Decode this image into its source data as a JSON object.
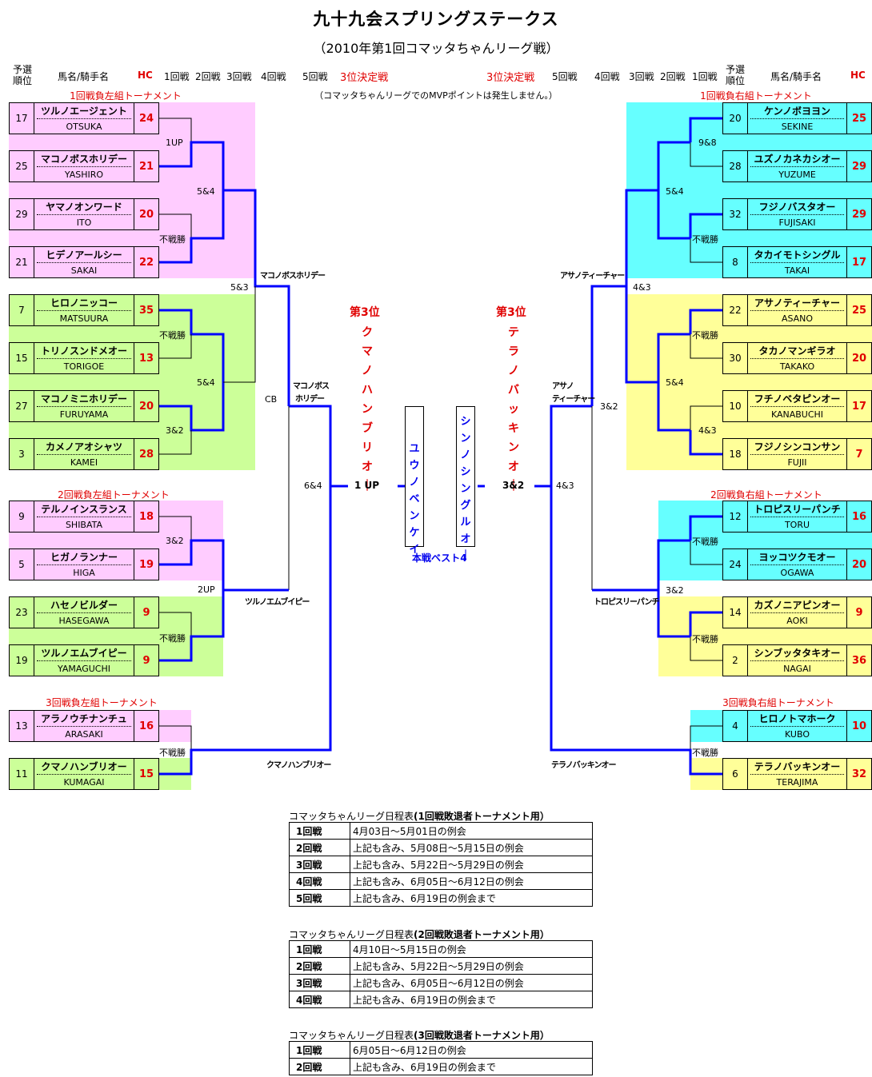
{
  "title": "九十九会スプリングステークス",
  "subtitle": "（2010年第1回コマッタちゃんリーグ戦）",
  "header": {
    "rank_label": "予選\n順位",
    "name_label": "馬名/騎手名",
    "hc_label": "HC",
    "rounds": [
      "1回戦",
      "2回戦",
      "3回戦",
      "4回戦",
      "5回戦"
    ],
    "third_place_label": "3位決定戦"
  },
  "note": "（コマッタちゃんリーグでのMVPポイントは発生しません。）",
  "colors": {
    "pink": "#ffccff",
    "green": "#ccff99",
    "cyan": "#66ffff",
    "yellow": "#ffff99",
    "winner_line": "#0000ff",
    "red": "#e00000"
  },
  "sections": {
    "l1": "1回戦負左組トーナメント",
    "r1": "1回戦負右組トーナメント",
    "l2": "2回戦負左組トーナメント",
    "r2": "2回戦負右組トーナメント",
    "l3": "3回戦負左組トーナメント",
    "r3": "3回戦負右組トーナメント"
  },
  "entries": {
    "L1": {
      "rank": "17",
      "horse": "ツルノエージェント",
      "jockey": "OTSUKA",
      "hc": "24"
    },
    "L2": {
      "rank": "25",
      "horse": "マコノボスホリデー",
      "jockey": "YASHIRO",
      "hc": "21"
    },
    "L3": {
      "rank": "29",
      "horse": "ヤマノオンワード",
      "jockey": "ITO",
      "hc": "20"
    },
    "L4": {
      "rank": "21",
      "horse": "ヒデノアールシー",
      "jockey": "SAKAI",
      "hc": "22"
    },
    "L5": {
      "rank": "7",
      "horse": "ヒロノニッコー",
      "jockey": "MATSUURA",
      "hc": "35"
    },
    "L6": {
      "rank": "15",
      "horse": "トリノスンドメオー",
      "jockey": "TORIGOE",
      "hc": "13"
    },
    "L7": {
      "rank": "27",
      "horse": "マコノミニホリデー",
      "jockey": "FURUYAMA",
      "hc": "20"
    },
    "L8": {
      "rank": "3",
      "horse": "カメノアオシャツ",
      "jockey": "KAMEI",
      "hc": "28"
    },
    "L9": {
      "rank": "9",
      "horse": "テルノインスランス",
      "jockey": "SHIBATA",
      "hc": "18"
    },
    "L10": {
      "rank": "5",
      "horse": "ヒガノランナー",
      "jockey": "HIGA",
      "hc": "19"
    },
    "L11": {
      "rank": "23",
      "horse": "ハセノビルダー",
      "jockey": "HASEGAWA",
      "hc": "9"
    },
    "L12": {
      "rank": "19",
      "horse": "ツルノエムブイピー",
      "jockey": "YAMAGUCHI",
      "hc": "9"
    },
    "L13": {
      "rank": "13",
      "horse": "アラノウチナンチュ",
      "jockey": "ARASAKI",
      "hc": "16"
    },
    "L14": {
      "rank": "11",
      "horse": "クマノハンブリオー",
      "jockey": "KUMAGAI",
      "hc": "15"
    },
    "R1": {
      "rank": "20",
      "horse": "ケンノボヨヨン",
      "jockey": "SEKINE",
      "hc": "25"
    },
    "R2": {
      "rank": "28",
      "horse": "ユズノカネカシオー",
      "jockey": "YUZUME",
      "hc": "29"
    },
    "R3": {
      "rank": "32",
      "horse": "フジノバスタオー",
      "jockey": "FUJISAKI",
      "hc": "29"
    },
    "R4": {
      "rank": "8",
      "horse": "タカイモトシングル",
      "jockey": "TAKAI",
      "hc": "17"
    },
    "R5": {
      "rank": "22",
      "horse": "アサノティーチャー",
      "jockey": "ASANO",
      "hc": "25"
    },
    "R6": {
      "rank": "30",
      "horse": "タカノマンギラオ",
      "jockey": "TAKAKO",
      "hc": "20"
    },
    "R7": {
      "rank": "10",
      "horse": "フチノベタピンオー",
      "jockey": "KANABUCHI",
      "hc": "17"
    },
    "R8": {
      "rank": "18",
      "horse": "フジノシンコンサン",
      "jockey": "FUJII",
      "hc": "7"
    },
    "R9": {
      "rank": "12",
      "horse": "トロピスリーパンチ",
      "jockey": "TORU",
      "hc": "16"
    },
    "R10": {
      "rank": "24",
      "horse": "ヨッコツクモオー",
      "jockey": "OGAWA",
      "hc": "20"
    },
    "R11": {
      "rank": "14",
      "horse": "カズノニアピンオー",
      "jockey": "AOKI",
      "hc": "9"
    },
    "R12": {
      "rank": "2",
      "horse": "シンブッタタキオー",
      "jockey": "NAGAI",
      "hc": "36"
    },
    "R13": {
      "rank": "4",
      "horse": "ヒロノトマホーク",
      "jockey": "KUBO",
      "hc": "10"
    },
    "R14": {
      "rank": "6",
      "horse": "テラノバッキンオー",
      "jockey": "TERAJIMA",
      "hc": "32"
    }
  },
  "match_results": {
    "L1_L2": {
      "score": "1UP",
      "winner": "マコノボスホリデー"
    },
    "L3_L4": {
      "score": "不戦勝",
      "winner": "ヒデノアールシー"
    },
    "L_A_semi": {
      "score": "5&4",
      "winner": "マコノボスホリデー"
    },
    "L5_L6": {
      "score": "不戦勝",
      "winner": "ヒロノニッコー"
    },
    "L7_L8": {
      "score": "3&2",
      "winner": "マコノミニホリデー"
    },
    "L_B_semi": {
      "score": "5&4",
      "winner": "マコノミニホリデー"
    },
    "L_1st_final": {
      "score": "5&3",
      "winner": "マコノボスホリデー"
    },
    "L_round4": {
      "score": "CB",
      "winner": "マコノボスホリデー"
    },
    "L9_L10": {
      "score": "3&2",
      "winner": "ヒガノランナー"
    },
    "L11_L12": {
      "score": "不戦勝",
      "winner": "ツルノエムブイピー"
    },
    "L_2nd_final": {
      "score": "2UP",
      "winner": "ツルノエムブイピー"
    },
    "L13_L14": {
      "score": "不戦勝",
      "winner": "クマノハンブリオー"
    },
    "L_5th": {
      "score": "6&4",
      "winner": "クマノハンブリオー"
    },
    "R1_R2": {
      "score": "9&8",
      "winner": "ケンノボヨヨン"
    },
    "R3_R4": {
      "score": "不戦勝",
      "winner": "フジノバスタオー"
    },
    "R_A_semi": {
      "score": "5&4",
      "winner": "ケンノボヨヨン"
    },
    "R5_R6": {
      "score": "不戦勝",
      "winner": "アサノティーチャー"
    },
    "R7_R8": {
      "score": "4&3",
      "winner": "フジノシンコンサン"
    },
    "R_B_semi": {
      "score": "5&4",
      "winner": "アサノティーチャー"
    },
    "R_1st_final": {
      "score": "4&3",
      "winner": "アサノティーチャー"
    },
    "R_round4": {
      "score": "3&2",
      "winner": "アサノティーチャー"
    },
    "R9_R10": {
      "score": "不戦勝",
      "winner": "トロピスリーパンチ"
    },
    "R11_R12": {
      "score": "不戦勝",
      "winner": "カズノニアピンオー"
    },
    "R_2nd_final": {
      "score": "3&2",
      "winner": "トロピスリーパンチ"
    },
    "R13_R14": {
      "score": "不戦勝",
      "winner": "テラノバッキンオー"
    },
    "R_5th": {
      "score": "4&3",
      "winner": "テラノバッキンオー"
    }
  },
  "winner_labels": {
    "l_1st": "マコノボスホリデー",
    "l_round4_a": "マコノボス",
    "l_round4_b": "ホリデー",
    "l_2nd": "ツルノエムブイピー",
    "l_3rd": "クマノハンブリオー",
    "r_1st": "アサノティーチャー",
    "r_round4_a": "アサノ",
    "r_round4_b": "ティーチャー",
    "r_2nd": "トロピスリーパンチ",
    "r_3rd": "テラノバッキンオー"
  },
  "center": {
    "third_place_label": "第3位",
    "left_third": "クマノハンブリオー",
    "right_third": "テラノバッキンオー",
    "left_final_score": "1 UP",
    "right_final_score": "3&2",
    "left_best4": "ユウノベンケイ",
    "right_best4": "シンノシングルオー",
    "best4_label": "本戦ベスト4"
  },
  "schedules": [
    {
      "caption_plain": "コマッタちゃんリーグ日程表",
      "caption_bold": "(1回戦敗退者トーナメント用）",
      "rows": [
        {
          "round": "1回戦",
          "dates": "4月03日～5月01日の例会"
        },
        {
          "round": "2回戦",
          "dates": "上記も含み、5月08日～5月15日の例会"
        },
        {
          "round": "3回戦",
          "dates": "上記も含み、5月22日～5月29日の例会"
        },
        {
          "round": "4回戦",
          "dates": "上記も含み、6月05日～6月12日の例会"
        },
        {
          "round": "5回戦",
          "dates": "上記も含み、6月19日の例会まで"
        }
      ]
    },
    {
      "caption_plain": "コマッタちゃんリーグ日程表",
      "caption_bold": "(2回戦敗退者トーナメント用）",
      "rows": [
        {
          "round": "1回戦",
          "dates": "4月10日～5月15日の例会"
        },
        {
          "round": "2回戦",
          "dates": "上記も含み、5月22日～5月29日の例会"
        },
        {
          "round": "3回戦",
          "dates": "上記も含み、6月05日～6月12日の例会"
        },
        {
          "round": "4回戦",
          "dates": "上記も含み、6月19日の例会まで"
        }
      ]
    },
    {
      "caption_plain": "コマッタちゃんリーグ日程表",
      "caption_bold": "(3回戦敗退者トーナメント用）",
      "rows": [
        {
          "round": "1回戦",
          "dates": "6月05日～6月12日の例会"
        },
        {
          "round": "2回戦",
          "dates": "上記も含み、6月19日の例会まで"
        }
      ]
    }
  ]
}
